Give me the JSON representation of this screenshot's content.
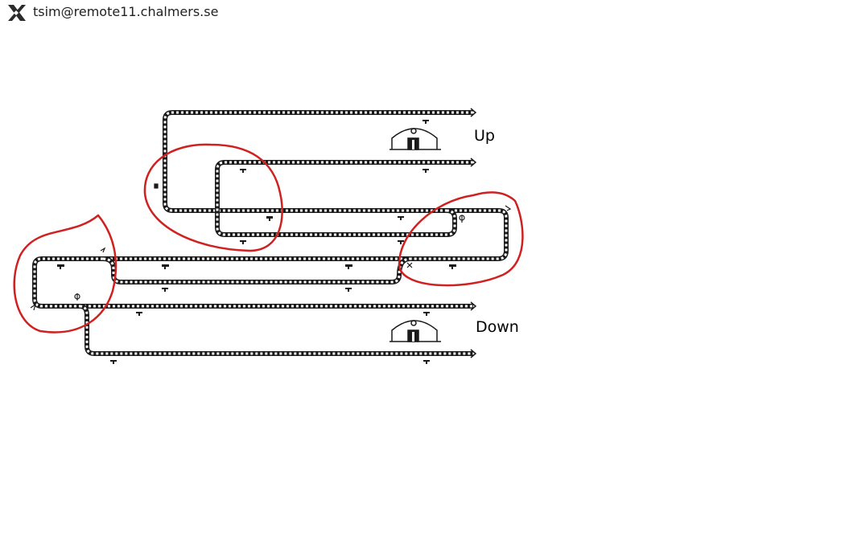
{
  "window": {
    "title": "tsim@remote11.chalmers.se",
    "icon": "x11-logo-icon"
  },
  "labels": {
    "up": "Up",
    "down": "Down"
  },
  "colors": {
    "track": "#1a1a1a",
    "annotation": "#d02020",
    "background": "#ffffff"
  }
}
